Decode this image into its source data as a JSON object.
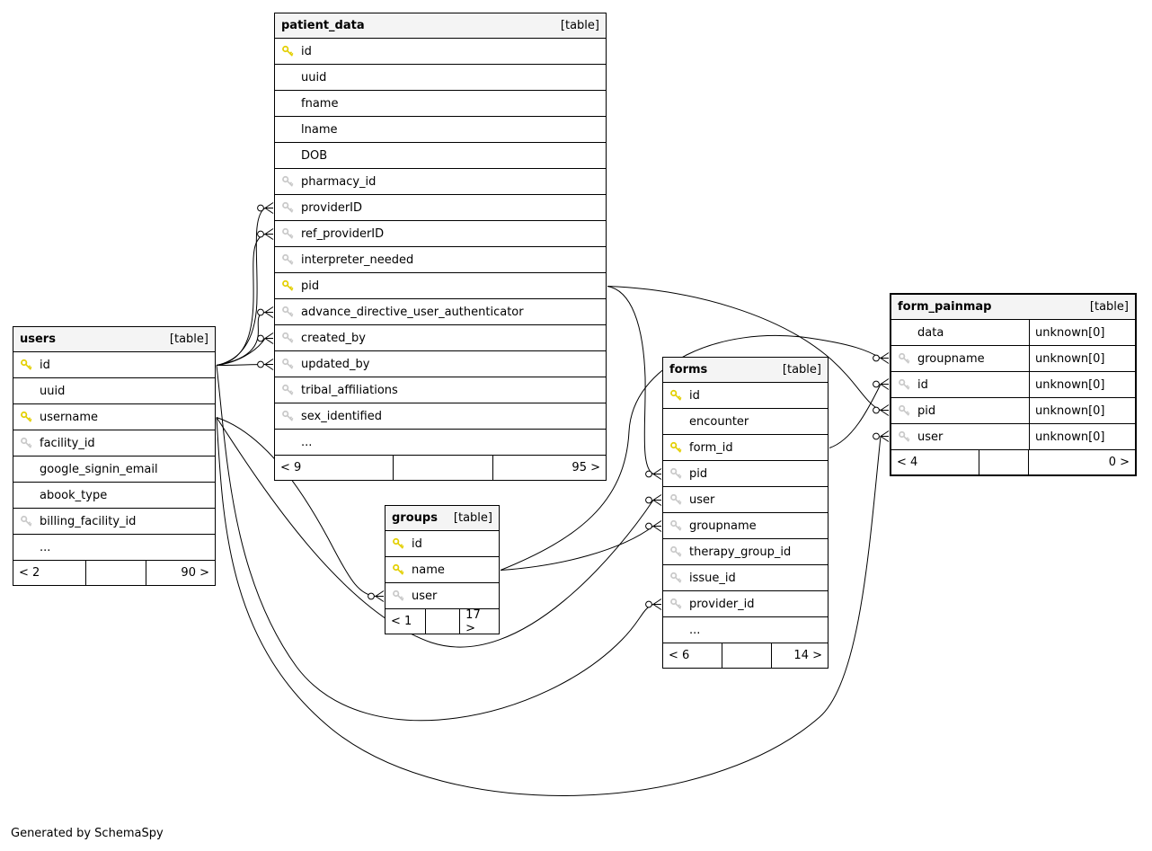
{
  "credit": "Generated by SchemaSpy",
  "colors": {
    "primary_key": "#e3cf00",
    "foreign_key": "#c9c9c9",
    "header_bg": "#f4f4f4",
    "edge": "#000000"
  },
  "tables": [
    {
      "name": "patient_data",
      "tag": "[table]",
      "emphasized": false,
      "columns": [
        {
          "name": "id",
          "key": "primary"
        },
        {
          "name": "uuid",
          "key": "none"
        },
        {
          "name": "fname",
          "key": "none"
        },
        {
          "name": "lname",
          "key": "none"
        },
        {
          "name": "DOB",
          "key": "none"
        },
        {
          "name": "pharmacy_id",
          "key": "foreign"
        },
        {
          "name": "providerID",
          "key": "foreign"
        },
        {
          "name": "ref_providerID",
          "key": "foreign"
        },
        {
          "name": "interpreter_needed",
          "key": "foreign"
        },
        {
          "name": "pid",
          "key": "primary"
        },
        {
          "name": "advance_directive_user_authenticator",
          "key": "foreign"
        },
        {
          "name": "created_by",
          "key": "foreign"
        },
        {
          "name": "updated_by",
          "key": "foreign"
        },
        {
          "name": "tribal_affiliations",
          "key": "foreign"
        },
        {
          "name": "sex_identified",
          "key": "foreign"
        },
        {
          "name": "...",
          "key": "none"
        }
      ],
      "footer": {
        "left": "< 9",
        "middle": "",
        "right": "95 >"
      }
    },
    {
      "name": "users",
      "tag": "[table]",
      "emphasized": false,
      "columns": [
        {
          "name": "id",
          "key": "primary"
        },
        {
          "name": "uuid",
          "key": "none"
        },
        {
          "name": "username",
          "key": "primary"
        },
        {
          "name": "facility_id",
          "key": "foreign"
        },
        {
          "name": "google_signin_email",
          "key": "none"
        },
        {
          "name": "abook_type",
          "key": "none"
        },
        {
          "name": "billing_facility_id",
          "key": "foreign"
        },
        {
          "name": "...",
          "key": "none"
        }
      ],
      "footer": {
        "left": "< 2",
        "middle": "",
        "right": "90 >"
      }
    },
    {
      "name": "groups",
      "tag": "[table]",
      "emphasized": false,
      "columns": [
        {
          "name": "id",
          "key": "primary"
        },
        {
          "name": "name",
          "key": "primary"
        },
        {
          "name": "user",
          "key": "foreign"
        }
      ],
      "footer": {
        "left": "< 1",
        "middle": "",
        "right": "17 >"
      }
    },
    {
      "name": "forms",
      "tag": "[table]",
      "emphasized": false,
      "columns": [
        {
          "name": "id",
          "key": "primary"
        },
        {
          "name": "encounter",
          "key": "none"
        },
        {
          "name": "form_id",
          "key": "primary"
        },
        {
          "name": "pid",
          "key": "foreign"
        },
        {
          "name": "user",
          "key": "foreign"
        },
        {
          "name": "groupname",
          "key": "foreign"
        },
        {
          "name": "therapy_group_id",
          "key": "foreign"
        },
        {
          "name": "issue_id",
          "key": "foreign"
        },
        {
          "name": "provider_id",
          "key": "foreign"
        },
        {
          "name": "...",
          "key": "none"
        }
      ],
      "footer": {
        "left": "< 6",
        "middle": "",
        "right": "14 >"
      }
    },
    {
      "name": "form_painmap",
      "tag": "[table]",
      "emphasized": true,
      "columns": [
        {
          "name": "data",
          "key": "none",
          "type": "unknown[0]"
        },
        {
          "name": "groupname",
          "key": "foreign",
          "type": "unknown[0]"
        },
        {
          "name": "id",
          "key": "foreign",
          "type": "unknown[0]"
        },
        {
          "name": "pid",
          "key": "foreign",
          "type": "unknown[0]"
        },
        {
          "name": "user",
          "key": "foreign",
          "type": "unknown[0]"
        }
      ],
      "footer": {
        "left": "< 4",
        "middle": "",
        "right": "0 >"
      }
    }
  ],
  "relationships": [
    {
      "from": "users.id",
      "to": "patient_data.providerID"
    },
    {
      "from": "users.id",
      "to": "patient_data.ref_providerID"
    },
    {
      "from": "users.id",
      "to": "patient_data.advance_directive_user_authenticator"
    },
    {
      "from": "users.id",
      "to": "patient_data.created_by"
    },
    {
      "from": "users.id",
      "to": "patient_data.updated_by"
    },
    {
      "from": "users.username",
      "to": "groups.user"
    },
    {
      "from": "users.username",
      "to": "forms.user"
    },
    {
      "from": "users.id",
      "to": "forms.provider_id"
    },
    {
      "from": "users.username",
      "to": "form_painmap.user"
    },
    {
      "from": "patient_data.pid",
      "to": "forms.pid"
    },
    {
      "from": "patient_data.pid",
      "to": "form_painmap.pid"
    },
    {
      "from": "groups.name",
      "to": "forms.groupname"
    },
    {
      "from": "groups.name",
      "to": "form_painmap.groupname"
    },
    {
      "from": "forms.form_id",
      "to": "form_painmap.id"
    }
  ]
}
